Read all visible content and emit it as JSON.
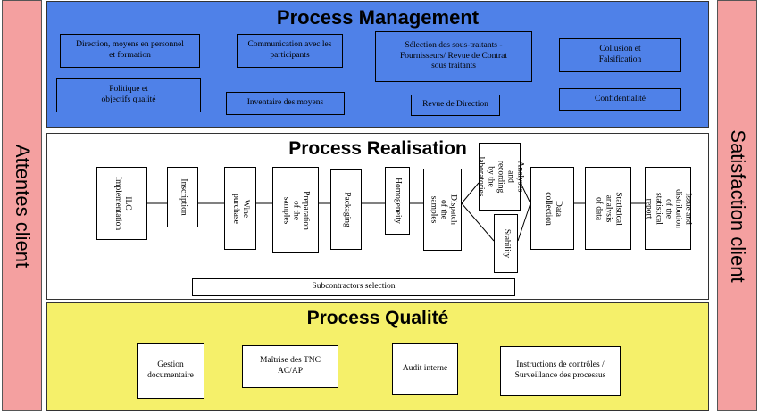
{
  "left_bar": {
    "label": "Attentes client"
  },
  "right_bar": {
    "label": "Satisfaction client"
  },
  "management": {
    "title": "Process  Management",
    "boxes": [
      "Direction, moyens en personnel\net formation",
      "Communication avec les\nparticipants",
      "Sélection des sous-traitants -\nFournisseurs/  Revue de Contrat\nsous traitants",
      "Collusion et\nFalsification",
      "Politique et\nobjectifs qualité",
      "Inventaire des moyens",
      "Revue de Direction",
      "Confidentialité"
    ]
  },
  "realisation": {
    "title": "Process Realisation",
    "steps": [
      "ILC\nImplementation",
      "Inscription",
      "Wine purchase",
      "Preparation of the\nsamples",
      "Packaging",
      "Homogeneity",
      "Dispatch of the\nsamples",
      "Analyses and\nrecording by the\nlaboratories",
      "Stability",
      "Data collection",
      "Statistical analysis\nof data",
      "Issue and\ndistribution of the\nstatistical report"
    ],
    "subcontractors": "Subcontractors selection"
  },
  "qualite": {
    "title": "Process Qualité",
    "boxes": [
      "Gestion\ndocumentaire",
      "Maîtrise des TNC\nAC/AP",
      "Audit interne",
      "Instructions de contrôles /\nSurveillance des processus"
    ]
  },
  "colors": {
    "sidebar": "#f4a0a0",
    "management": "#4f81e8",
    "qualite": "#f5f06a",
    "realisation": "#ffffff"
  }
}
